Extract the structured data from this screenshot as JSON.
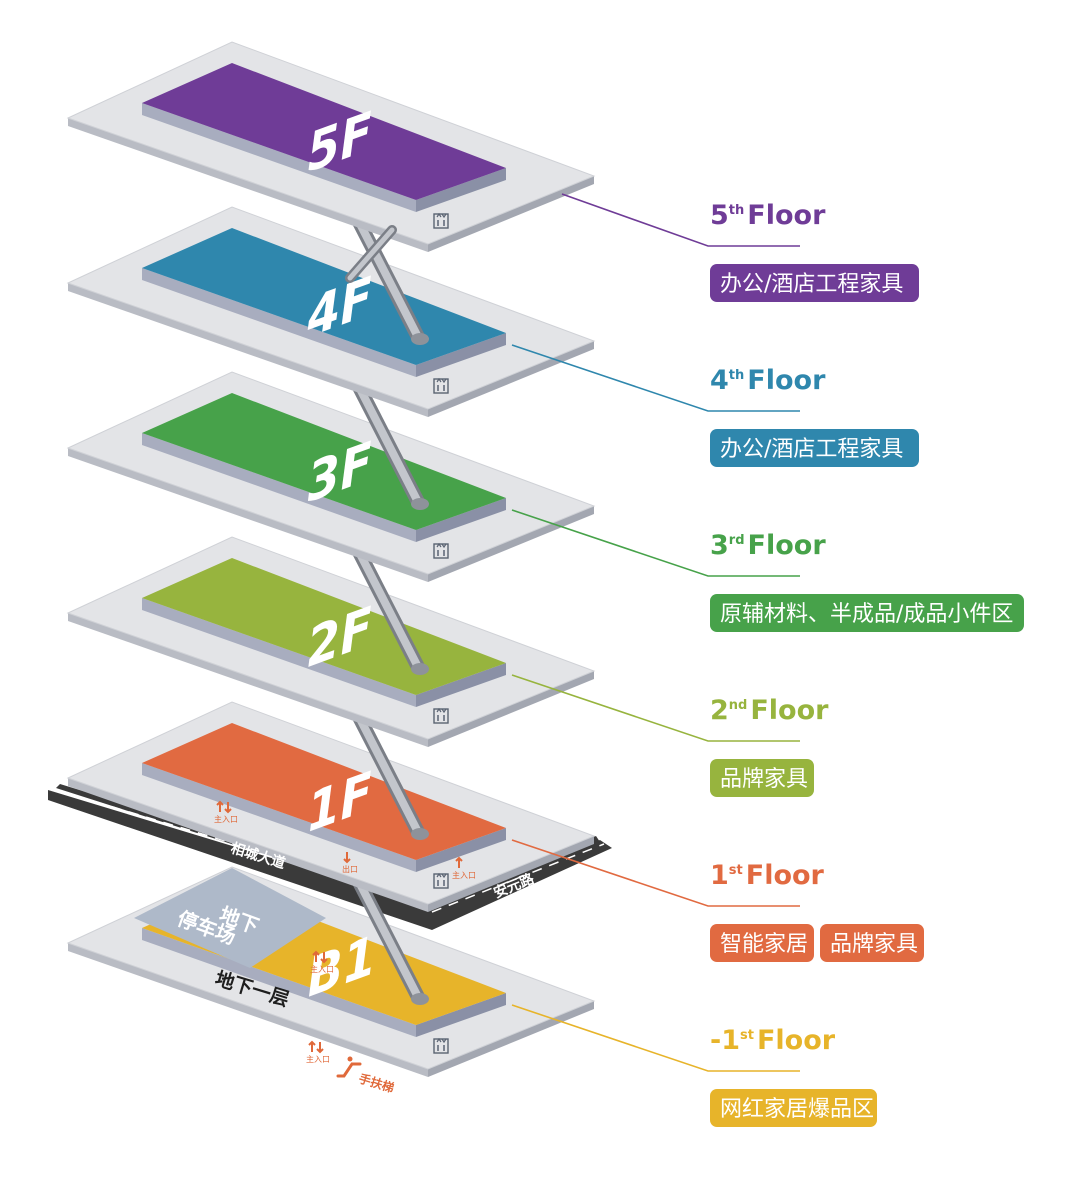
{
  "floors": [
    {
      "id": "5f",
      "big_label": "5F",
      "title_num": "5",
      "title_sup": "th",
      "title_word": "Floor",
      "tags": [
        "办公/酒店工程家具"
      ],
      "color": "#6f3c97"
    },
    {
      "id": "4f",
      "big_label": "4F",
      "title_num": "4",
      "title_sup": "th",
      "title_word": "Floor",
      "tags": [
        "办公/酒店工程家具"
      ],
      "color": "#2f87ad"
    },
    {
      "id": "3f",
      "big_label": "3F",
      "title_num": "3",
      "title_sup": "rd",
      "title_word": "Floor",
      "tags": [
        "原辅材料、半成品/成品小件区"
      ],
      "color": "#47a24a"
    },
    {
      "id": "2f",
      "big_label": "2F",
      "title_num": "2",
      "title_sup": "nd",
      "title_word": "Floor",
      "tags": [
        "品牌家具"
      ],
      "color": "#97b43e"
    },
    {
      "id": "1f",
      "big_label": "1F",
      "title_num": "1",
      "title_sup": "st",
      "title_word": "Floor",
      "tags": [
        "智能家居",
        "品牌家具"
      ],
      "color": "#e16a41"
    },
    {
      "id": "b1",
      "big_label": "B1",
      "title_num": "-1",
      "title_sup": "st",
      "title_word": "Floor",
      "tags": [
        "网红家居爆品区"
      ],
      "color": "#e7b42a"
    }
  ],
  "roads": {
    "main": "相城大道",
    "side": "安元路"
  },
  "basement": {
    "parking": [
      "地下",
      "停车场"
    ],
    "level": "地下一层"
  },
  "marks": {
    "entrance": "主入口",
    "exit": "出口",
    "escalator": "手扶梯"
  },
  "icons": {
    "elevator": "elevator-icon",
    "entrance_arrows": "entrance-arrows-icon",
    "escalator": "escalator-icon"
  }
}
